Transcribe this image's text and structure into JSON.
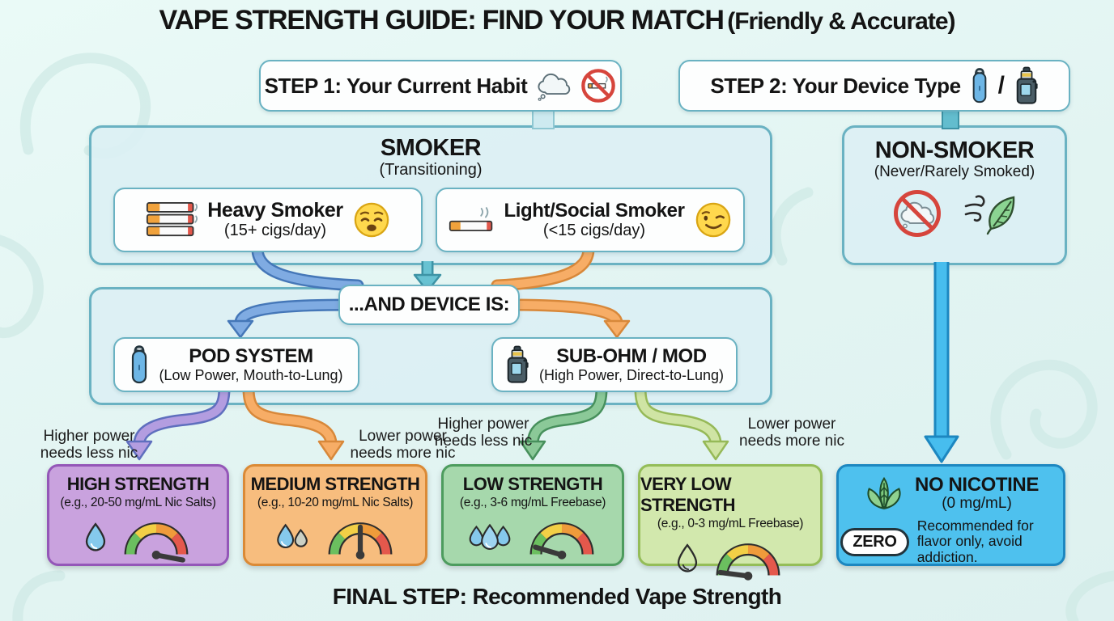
{
  "title": {
    "main": "VAPE STRENGTH GUIDE: FIND YOUR MATCH",
    "suffix": "(Friendly & Accurate)"
  },
  "step1": {
    "label": "STEP 1: Your Current Habit"
  },
  "step2": {
    "label": "STEP 2: Your Device Type",
    "separator": "/"
  },
  "smoker": {
    "title": "SMOKER",
    "subtitle": "(Transitioning)",
    "heavy": {
      "title": "Heavy Smoker",
      "subtitle": "(15+ cigs/day)"
    },
    "light": {
      "title": "Light/Social Smoker",
      "subtitle": "(<15 cigs/day)"
    }
  },
  "non_smoker": {
    "title": "NON-SMOKER",
    "subtitle": "(Never/Rarely Smoked)"
  },
  "device_step": {
    "label": "...AND DEVICE IS:",
    "pod": {
      "title": "POD SYSTEM",
      "subtitle": "(Low Power, Mouth-to-Lung)"
    },
    "subohm": {
      "title": "SUB-OHM / MOD",
      "subtitle": "(High Power, Direct-to-Lung)"
    }
  },
  "arrow_labels": [
    "Higher power needs less nic",
    "Lower power needs more nic",
    "Higher power needs less nic",
    "Lower power needs more nic"
  ],
  "results": [
    {
      "title": "HIGH STRENGTH",
      "subtitle": "(e.g., 20-50 mg/mL Nic Salts)",
      "drops": 1,
      "gauge_level": "high",
      "fill": "#c9a2de",
      "border": "#9457b8"
    },
    {
      "title": "MEDIUM STRENGTH",
      "subtitle": "(e.g., 10-20 mg/mL Nic Salts)",
      "drops": 2,
      "gauge_level": "medium",
      "fill": "#f7bd7e",
      "border": "#db8a36"
    },
    {
      "title": "LOW STRENGTH",
      "subtitle": "(e.g., 3-6 mg/mL Freebase)",
      "drops": 3,
      "gauge_level": "low",
      "fill": "#a6d8ac",
      "border": "#4d9c5e"
    },
    {
      "title": "VERY LOW STRENGTH",
      "subtitle": "(e.g., 0-3 mg/mL Freebase)",
      "drops": 1,
      "gauge_level": "very-low",
      "fill": "#d2e8ad",
      "border": "#94bd58"
    }
  ],
  "no_nicotine": {
    "title": "NO NICOTINE",
    "subtitle": "(0 mg/mL)",
    "badge": "ZERO",
    "note": "Recommended for flavor only, avoid addiction.",
    "fill": "#4ec1ee",
    "border": "#1d87c0"
  },
  "footer": "FINAL STEP: Recommended Vape Strength",
  "colors": {
    "background": "#e6f6f4",
    "panel_fill": "#dbf0f4",
    "panel_border": "#6ab2c2",
    "arrow_teal": "#68c2d2",
    "arrow_blue": "#7fabe2",
    "arrow_orange": "#f7ad66",
    "arrow_purple": "#b39de0",
    "arrow_green": "#8bc998",
    "arrow_light_green": "#cfe4a4",
    "arrow_bright_blue": "#47bdee"
  }
}
